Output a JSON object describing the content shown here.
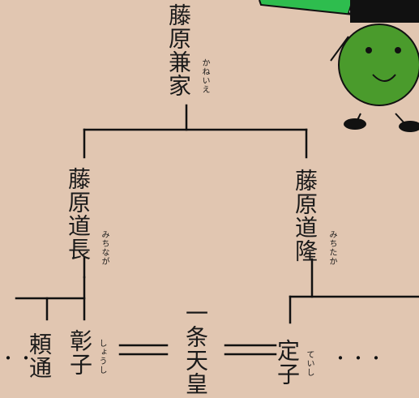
{
  "people": {
    "kaneie": {
      "name": "藤原兼家",
      "reading": "かねいえ"
    },
    "michinaga": {
      "name": "藤原道長",
      "reading": "みちなが"
    },
    "michitaka": {
      "name": "藤原道隆",
      "reading": "みちたか"
    },
    "shoshi": {
      "name": "彰子",
      "reading": "しょうし"
    },
    "yorimichi": {
      "name": "頼通"
    },
    "emperor": {
      "name": "一条天皇"
    },
    "teishi": {
      "name": "定子",
      "reading": "ていし"
    }
  },
  "ellipsis_left": "・・",
  "ellipsis_right": "・・・",
  "mascot": {
    "body_color": "#4a9b2c",
    "arrow_color": "#2ebd4e",
    "icon": "green-ball-mascot"
  }
}
